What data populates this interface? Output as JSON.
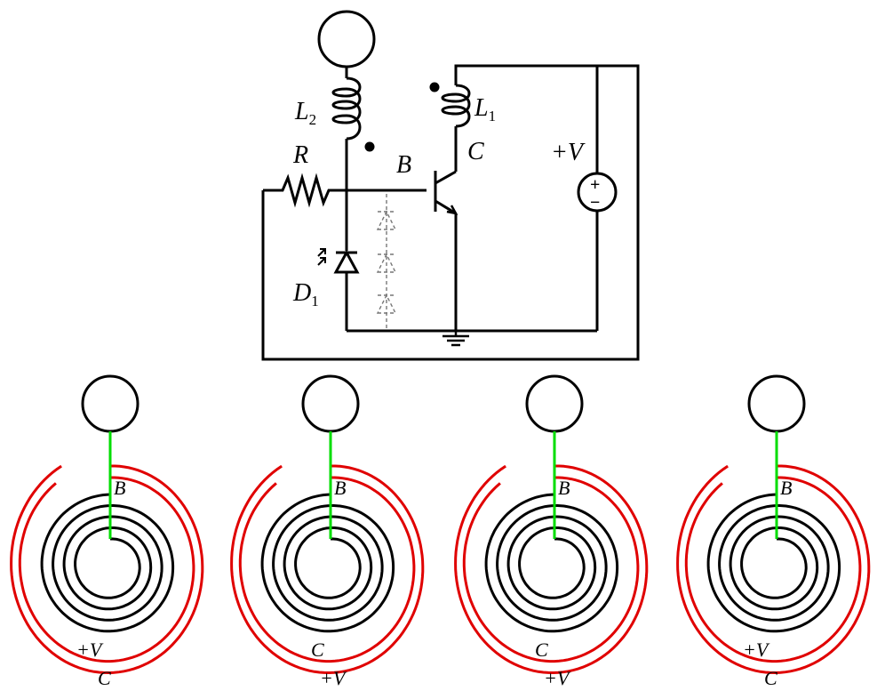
{
  "circuit": {
    "label_L2": "L",
    "label_L2_sub": "2",
    "label_L1": "L",
    "label_L1_sub": "1",
    "label_R": "R",
    "label_B": "B",
    "label_C": "C",
    "label_V": "+V",
    "label_D1": "D",
    "label_D1_sub": "1",
    "source_plus": "+",
    "source_minus": "−"
  },
  "coils": [
    {
      "label_B": "B",
      "label_inner": "+V",
      "label_outer": "C"
    },
    {
      "label_B": "B",
      "label_inner": "C",
      "label_outer": "+V"
    },
    {
      "label_B": "B",
      "label_inner": "C",
      "label_outer": "+V"
    },
    {
      "label_B": "B",
      "label_inner": "+V",
      "label_outer": "C"
    }
  ],
  "colors": {
    "wire": "#000000",
    "outer_winding": "#e00000",
    "lead": "#00dd00",
    "dashed_diode": "#666666"
  }
}
